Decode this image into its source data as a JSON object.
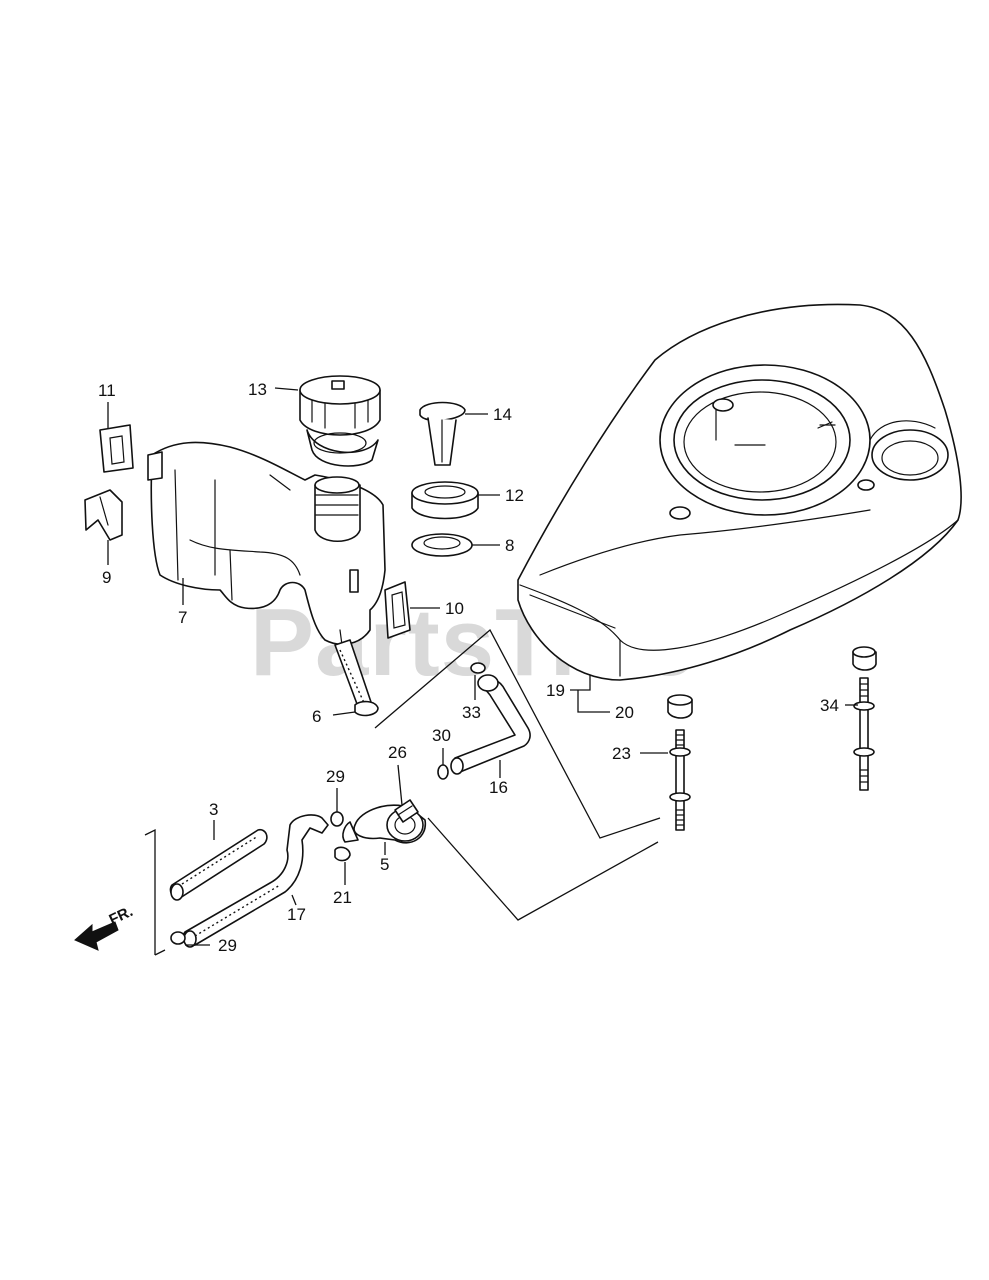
{
  "watermark": {
    "text": "PartsTree",
    "trademark": "TM"
  },
  "direction_marker": {
    "text": "FR."
  },
  "callouts": [
    {
      "id": "c11",
      "label": "11"
    },
    {
      "id": "c13",
      "label": "13"
    },
    {
      "id": "c14",
      "label": "14"
    },
    {
      "id": "c12",
      "label": "12"
    },
    {
      "id": "c8",
      "label": "8"
    },
    {
      "id": "c9",
      "label": "9"
    },
    {
      "id": "c7",
      "label": "7"
    },
    {
      "id": "c10",
      "label": "10"
    },
    {
      "id": "c6",
      "label": "6"
    },
    {
      "id": "c33",
      "label": "33"
    },
    {
      "id": "c19",
      "label": "19"
    },
    {
      "id": "c20",
      "label": "20"
    },
    {
      "id": "c34",
      "label": "34"
    },
    {
      "id": "c26",
      "label": "26"
    },
    {
      "id": "c30",
      "label": "30"
    },
    {
      "id": "c23",
      "label": "23"
    },
    {
      "id": "c29a",
      "label": "29"
    },
    {
      "id": "c3",
      "label": "3"
    },
    {
      "id": "c16",
      "label": "16"
    },
    {
      "id": "c5",
      "label": "5"
    },
    {
      "id": "c17",
      "label": "17"
    },
    {
      "id": "c21",
      "label": "21"
    },
    {
      "id": "c29b",
      "label": "29"
    }
  ]
}
